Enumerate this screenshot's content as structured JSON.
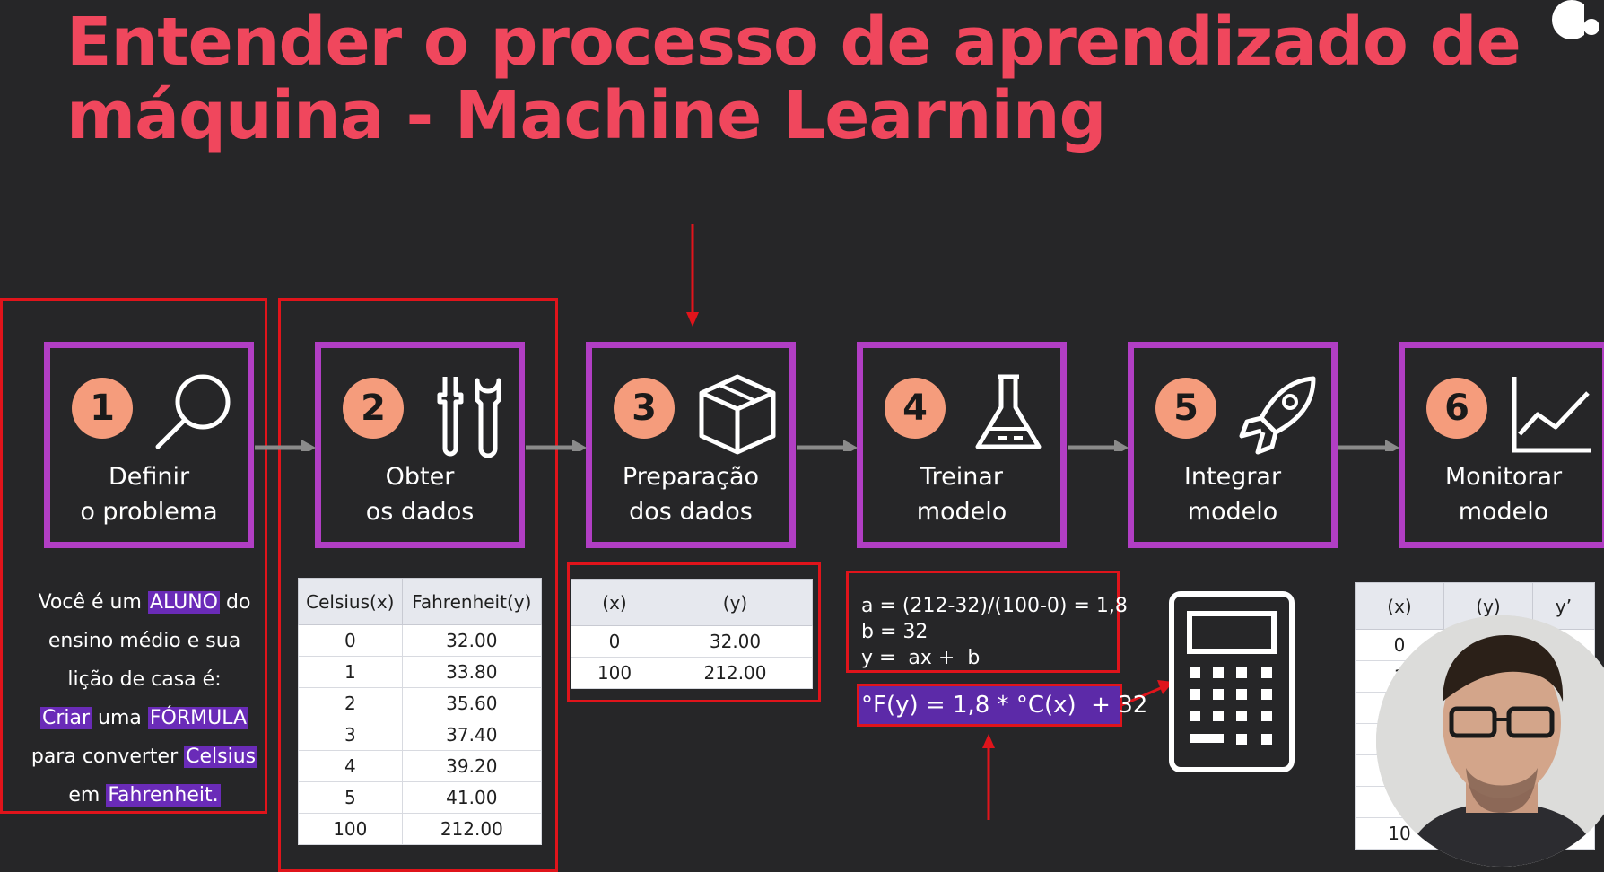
{
  "title": {
    "line1": "Entender o processo de aprendizado de",
    "line2": "máquina -  Machine Learning"
  },
  "steps": [
    {
      "number": "1",
      "label": "Definir\no problema",
      "icon": "magnifier-icon"
    },
    {
      "number": "2",
      "label": "Obter\nos dados",
      "icon": "tools-icon"
    },
    {
      "number": "3",
      "label": "Preparação\ndos dados",
      "icon": "box-icon"
    },
    {
      "number": "4",
      "label": "Treinar\nmodelo",
      "icon": "flask-icon"
    },
    {
      "number": "5",
      "label": "Integrar\nmodelo",
      "icon": "rocket-icon"
    },
    {
      "number": "6",
      "label": "Monitorar\nmodelo",
      "icon": "line-chart-icon"
    }
  ],
  "description": {
    "t1": "Você é um ",
    "h1": "ALUNO",
    "t2": " do",
    "t3": "ensino médio e sua",
    "t4": "lição de casa é:",
    "h2": "Criar",
    "t5": " uma ",
    "h3": "FÓRMULA",
    "t6": "para converter ",
    "h4": "Celsius",
    "t7": "em ",
    "h5": "Fahrenheit."
  },
  "table_raw": {
    "headers": [
      "Celsius(x)",
      "Fahrenheit(y)"
    ],
    "rows": [
      [
        "0",
        "32.00"
      ],
      [
        "1",
        "33.80"
      ],
      [
        "2",
        "35.60"
      ],
      [
        "3",
        "37.40"
      ],
      [
        "4",
        "39.20"
      ],
      [
        "5",
        "41.00"
      ],
      [
        "100",
        "212.00"
      ]
    ]
  },
  "table_prepared": {
    "headers": [
      "(x)",
      "(y)"
    ],
    "rows": [
      [
        "0",
        "32.00"
      ],
      [
        "100",
        "212.00"
      ]
    ]
  },
  "table_monitor": {
    "headers": [
      "(x)",
      "(y)",
      "y’"
    ],
    "rows": [
      [
        "0"
      ],
      [
        "1"
      ],
      [
        ""
      ],
      [
        ""
      ],
      [
        ""
      ],
      [
        ""
      ],
      [
        "10"
      ]
    ]
  },
  "formulas": {
    "a": "a = (212-32)/(100-0) = 1,8",
    "b": "b = 32",
    "y": "y =  ax +  b",
    "final": "°F(y) = 1,8 * °C(x)  + 32"
  },
  "colors": {
    "title": "#f0475d",
    "step_border": "#b13ec4",
    "step_number_bg": "#f59c7c",
    "highlight": "#6a2bb8",
    "annotation_red": "#e0141b",
    "background": "#262628"
  }
}
